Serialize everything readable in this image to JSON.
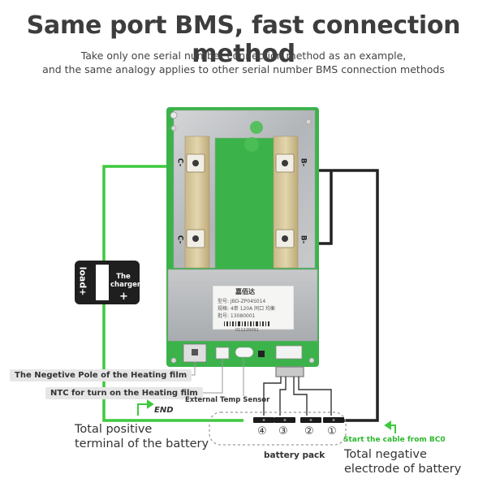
{
  "header": {
    "title": "Same port BMS, fast connection method",
    "subtitle_line1": "Take only one serial number connection method as an example,",
    "subtitle_line2": "and the same analogy applies to other serial number BMS connection methods"
  },
  "board": {
    "left_terminal_c1": "C-",
    "left_terminal_c2": "C-",
    "right_terminal_b1": "B-",
    "right_terminal_b2": "B-",
    "brand": "嘉佰达",
    "plate_line1": "型号: JBD-ZP04S014",
    "plate_line2": "规格: 4串 120A 同口 均衡",
    "plate_line3": "批号: 13080001",
    "barcode_number": "011220091"
  },
  "connector": {
    "load_label": "load",
    "load_plus": "+",
    "charger_label": "The charger",
    "charger_plus": "+"
  },
  "callouts": {
    "heating_negative": "The Negetive Pole of the Heating film",
    "ntc": "NTC for turn on the Heating film",
    "temp_sensor": "External Temp Sensor",
    "end": "END",
    "total_positive_line1": "Total positive",
    "total_positive_line2": "terminal of the battery",
    "start_cable": "Start the cable from BC0",
    "total_negative_line1": "Total negative",
    "total_negative_line2": "electrode of battery",
    "battery_pack": "battery pack"
  },
  "cells": [
    "④",
    "③",
    "②",
    "①"
  ],
  "colors": {
    "green_wire": "#3ec93e",
    "black_wire": "#222222",
    "pcb_green": "#3bb34a",
    "aluminium": "#b9bcbf"
  }
}
